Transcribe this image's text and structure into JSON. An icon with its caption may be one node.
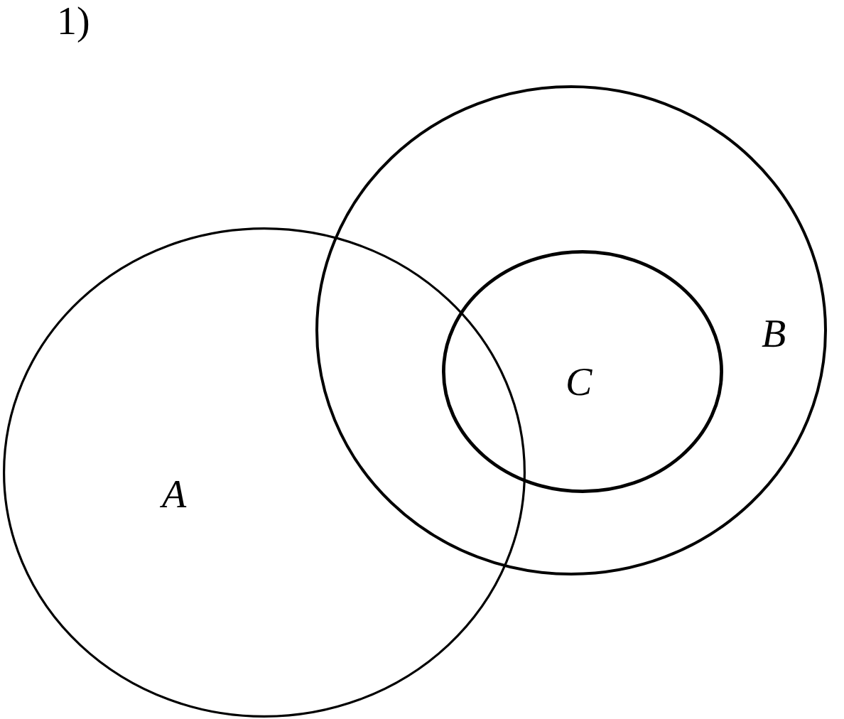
{
  "diagram": {
    "nodes": [
      {
        "text": [
          "A"
        ]
      },
      {
        "text": [
          "B"
        ]
      },
      {
        "text": [
          "C"
        ],
        "in": 1
      }
    ],
    "labels": [
      "1)"
    ]
  }
}
